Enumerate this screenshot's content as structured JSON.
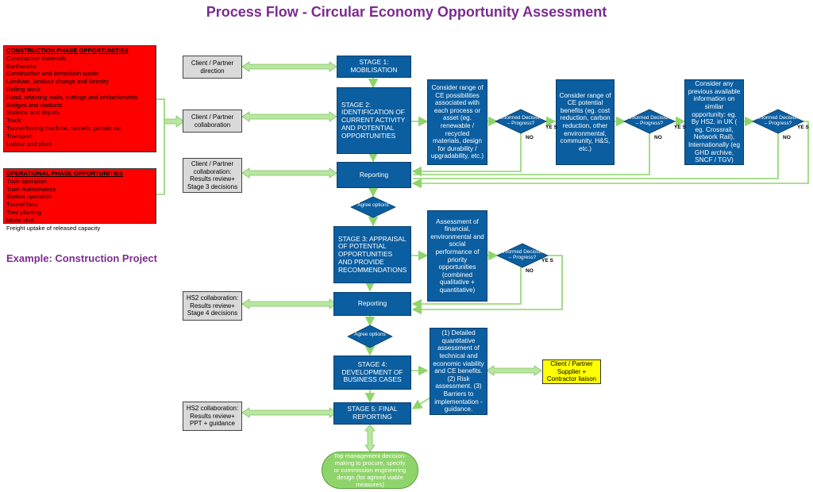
{
  "title": "Process Flow - Circular Economy Opportunity Assessment",
  "example_label": "Example: Construction Project",
  "construction": {
    "header": "CONSTRUCTION PHASE OPPORTUNITIES",
    "items": [
      "Construction materials",
      "Earthworks",
      "Construction and demolition waste",
      "Landuse, landuse change and forestry",
      "Rolling stock",
      "Road, retaining walls, cuttings and embankments",
      "Bridges and viaducts",
      "Stations and depots",
      "Track",
      "Tunnel boring machine, tunnels, portals etc",
      "Transport",
      "Labour and plant"
    ]
  },
  "operational": {
    "header": "OPERATIONAL PHASE OPPORTUNITIES",
    "items": [
      "Train operation",
      "Train maintenance",
      "Station operation",
      "Tunnel fans",
      "Tree planting",
      "Mode shift",
      "Freight uptake of released capacity"
    ]
  },
  "gray_boxes": {
    "g1": "Client / Partner direction",
    "g2": "Client / Partner collaboration",
    "g3": "Client / Partner collaboration: Results review+ Stage 3 decisions",
    "g4": "HS2 collaboration: Results review+ Stage 4 decisions",
    "g5": "HS2 collaboration: Results review+ PPT + guidance"
  },
  "stages": {
    "s1": "STAGE 1: MOBILISATION",
    "s2": "STAGE 2: IDENTIFICATION OF CURRENT ACTIVITY AND POTENTIAL OPPORTUNITIES",
    "reporting1": "Reporting",
    "s3": "STAGE 3: APPRAISAL OF POTENTIAL OPPORTUNITIES AND PROVIDE RECOMMENDATIONS",
    "reporting2": "Reporting",
    "s4": "STAGE 4: DEVELOPMENT OF BUSINESS CASES",
    "s5": "STAGE 5: FINAL REPORTING"
  },
  "info_boxes": {
    "ce1": "Consider range of CE possibilities associated with each process or asset (eg. renewable / recycled materials, design for durability / upgradability, etc.)",
    "ce2": "Consider range of CE potential benefits (eg. cost reduction, carbon reduction, other environmental, community, H&S, etc.)",
    "ce3": "Consider any previous available information on similar opportunity: eg. By HS2, in UK ( eg. Crossrail, Network Rail), Internationally (eg GHD archive, SNCF / TGV)",
    "assess": "Assessment of financial, environmental and social performance of priority opportunities (combined qualitative + quantitative)",
    "detail": "(1) Detailed quantitative assessment of technical and economic viability and CE benefits. (2) Risk assessment. (3) Barriers to implementation - guidance."
  },
  "decision": {
    "label": "Informed Decision – Progress?",
    "yes": "YE S",
    "no": "NO"
  },
  "agree": "Agree options",
  "yellow": "Client / Partner Supplier + Contractor liaison",
  "oval": "Top management decision-making to procure, specify or commission engineering design (for agreed viable measures)",
  "colors": {
    "title": "#7b2b8f",
    "stage_blue": "#0b5ea0",
    "red_box": "#ff0000",
    "gray_box": "#d9d9d9",
    "arrow_green": "#b9e6a2",
    "line_green": "#8fd46b",
    "yellow": "#ffff00"
  }
}
